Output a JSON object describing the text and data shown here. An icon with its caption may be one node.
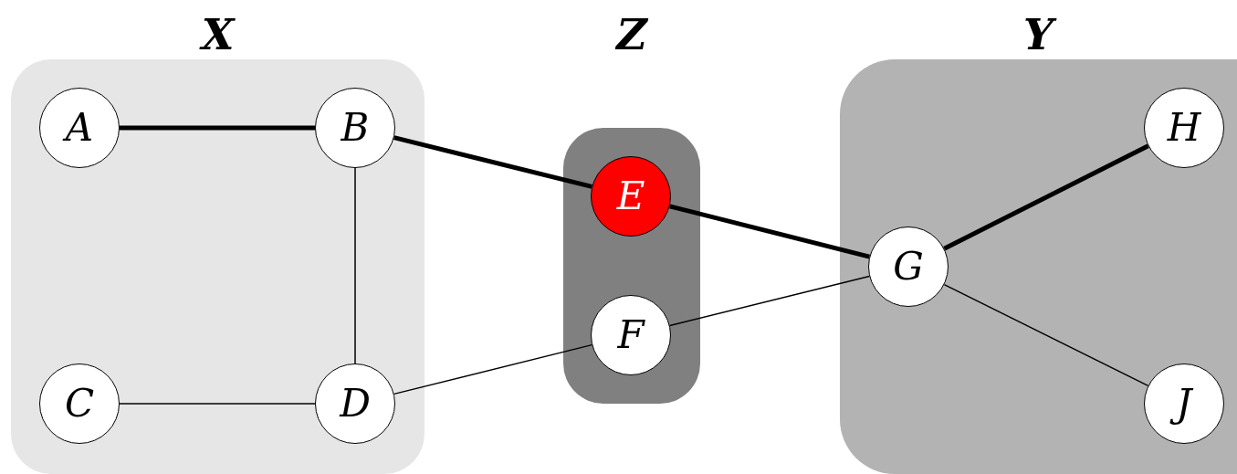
{
  "diagram": {
    "nodes": [
      {
        "text": [
          "X"
        ]
      },
      {
        "text": [
          "A"
        ],
        "in": 0
      },
      {
        "text": [
          "B"
        ],
        "in": 0
      },
      {
        "text": [
          "C"
        ],
        "in": 0
      },
      {
        "text": [
          "D"
        ],
        "in": 0
      },
      {
        "text": [
          "Z"
        ]
      },
      {
        "text": [
          "E"
        ],
        "in": 5
      },
      {
        "text": [
          "F"
        ],
        "in": 5
      },
      {
        "text": [
          "Y"
        ]
      },
      {
        "text": [
          "G"
        ],
        "in": 8
      },
      {
        "text": [
          "H"
        ],
        "in": 8
      },
      {
        "text": [
          "J"
        ],
        "in": 8
      }
    ],
    "edges": [
      {
        "from": 1,
        "to": 2,
        "arrow": "none",
        "style": "thick"
      },
      {
        "from": 2,
        "to": 4,
        "arrow": "none"
      },
      {
        "from": 3,
        "to": 4,
        "arrow": "none"
      },
      {
        "from": 2,
        "to": 6,
        "arrow": "none",
        "style": "thick"
      },
      {
        "from": 4,
        "to": 7,
        "arrow": "none"
      },
      {
        "from": 6,
        "to": 9,
        "arrow": "none",
        "style": "thick"
      },
      {
        "from": 7,
        "to": 9,
        "arrow": "none"
      },
      {
        "from": 9,
        "to": 10,
        "arrow": "none",
        "style": "thick"
      },
      {
        "from": 9,
        "to": 11,
        "arrow": "none"
      }
    ]
  }
}
